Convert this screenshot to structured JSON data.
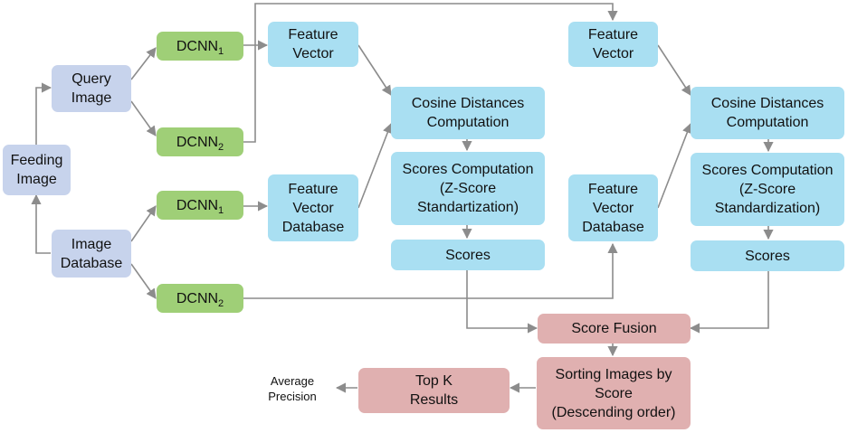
{
  "nodes": {
    "feeding_image": {
      "lines": [
        "Feeding",
        "Image"
      ]
    },
    "query_image": {
      "lines": [
        "Query",
        "Image"
      ]
    },
    "image_database": {
      "lines": [
        "Image",
        "Database"
      ]
    },
    "dcnn1_query": {
      "name": "DCNN",
      "sub": "1"
    },
    "dcnn2_query": {
      "name": "DCNN",
      "sub": "2"
    },
    "dcnn1_db": {
      "name": "DCNN",
      "sub": "1"
    },
    "dcnn2_db": {
      "name": "DCNN",
      "sub": "2"
    },
    "feature_vector_1": {
      "lines": [
        "Feature",
        "Vector"
      ]
    },
    "feature_vector_db_1": {
      "lines": [
        "Feature",
        "Vector",
        "Database"
      ]
    },
    "feature_vector_2": {
      "lines": [
        "Feature",
        "Vector"
      ]
    },
    "feature_vector_db_2": {
      "lines": [
        "Feature",
        "Vector",
        "Database"
      ]
    },
    "cosine_1": {
      "lines": [
        "Cosine Distances",
        "Computation"
      ]
    },
    "scores_comp_1": {
      "lines": [
        "Scores Computation",
        "(Z-Score",
        "Standartization)"
      ]
    },
    "scores_1": {
      "lines": [
        "Scores"
      ]
    },
    "cosine_2": {
      "lines": [
        "Cosine Distances",
        "Computation"
      ]
    },
    "scores_comp_2": {
      "lines": [
        "Scores Computation",
        "(Z-Score",
        "Standardization)"
      ]
    },
    "scores_2": {
      "lines": [
        "Scores"
      ]
    },
    "score_fusion": {
      "lines": [
        "Score Fusion"
      ]
    },
    "sorting": {
      "lines": [
        "Sorting Images by",
        "Score",
        "(Descending order)"
      ]
    },
    "top_k": {
      "lines": [
        "Top K",
        "Results"
      ]
    },
    "average_precision": {
      "lines": [
        "Average",
        "Precision"
      ]
    }
  },
  "colors": {
    "input": "#c7d3ec",
    "dcnn": "#9fcf77",
    "processing": "#a9dff2",
    "fusion": "#e0b0b0",
    "connector": "#8c8c8c"
  }
}
